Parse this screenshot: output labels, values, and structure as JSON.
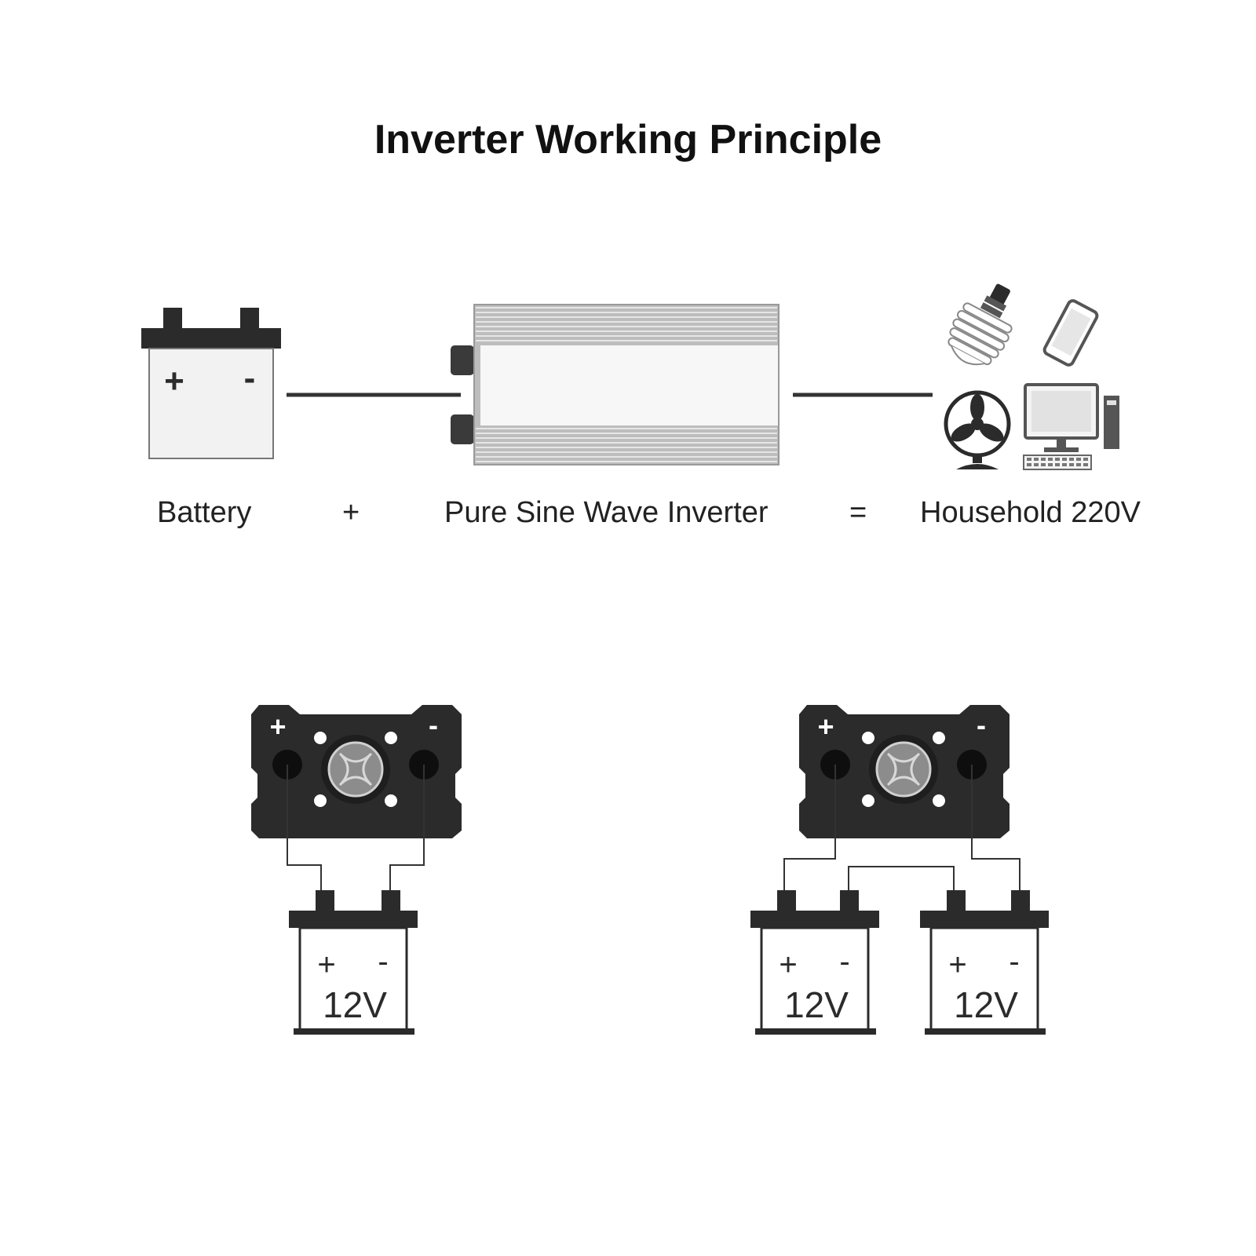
{
  "title": "Inverter Working Principle",
  "equation": {
    "battery_label": "Battery",
    "plus_sign": "+",
    "inverter_label": "Pure Sine Wave Inverter",
    "equals_sign": "=",
    "output_label": "Household 220V"
  },
  "symbols": {
    "positive": "+",
    "negative": "-"
  },
  "wiring": {
    "single": {
      "batteries": [
        {
          "voltage": "12V"
        }
      ]
    },
    "double": {
      "batteries": [
        {
          "voltage": "12V"
        },
        {
          "voltage": "12V"
        }
      ]
    }
  },
  "colors": {
    "dark": "#2b2b2b",
    "inverter_fin": "#b9b9b9",
    "line": "#333333"
  }
}
